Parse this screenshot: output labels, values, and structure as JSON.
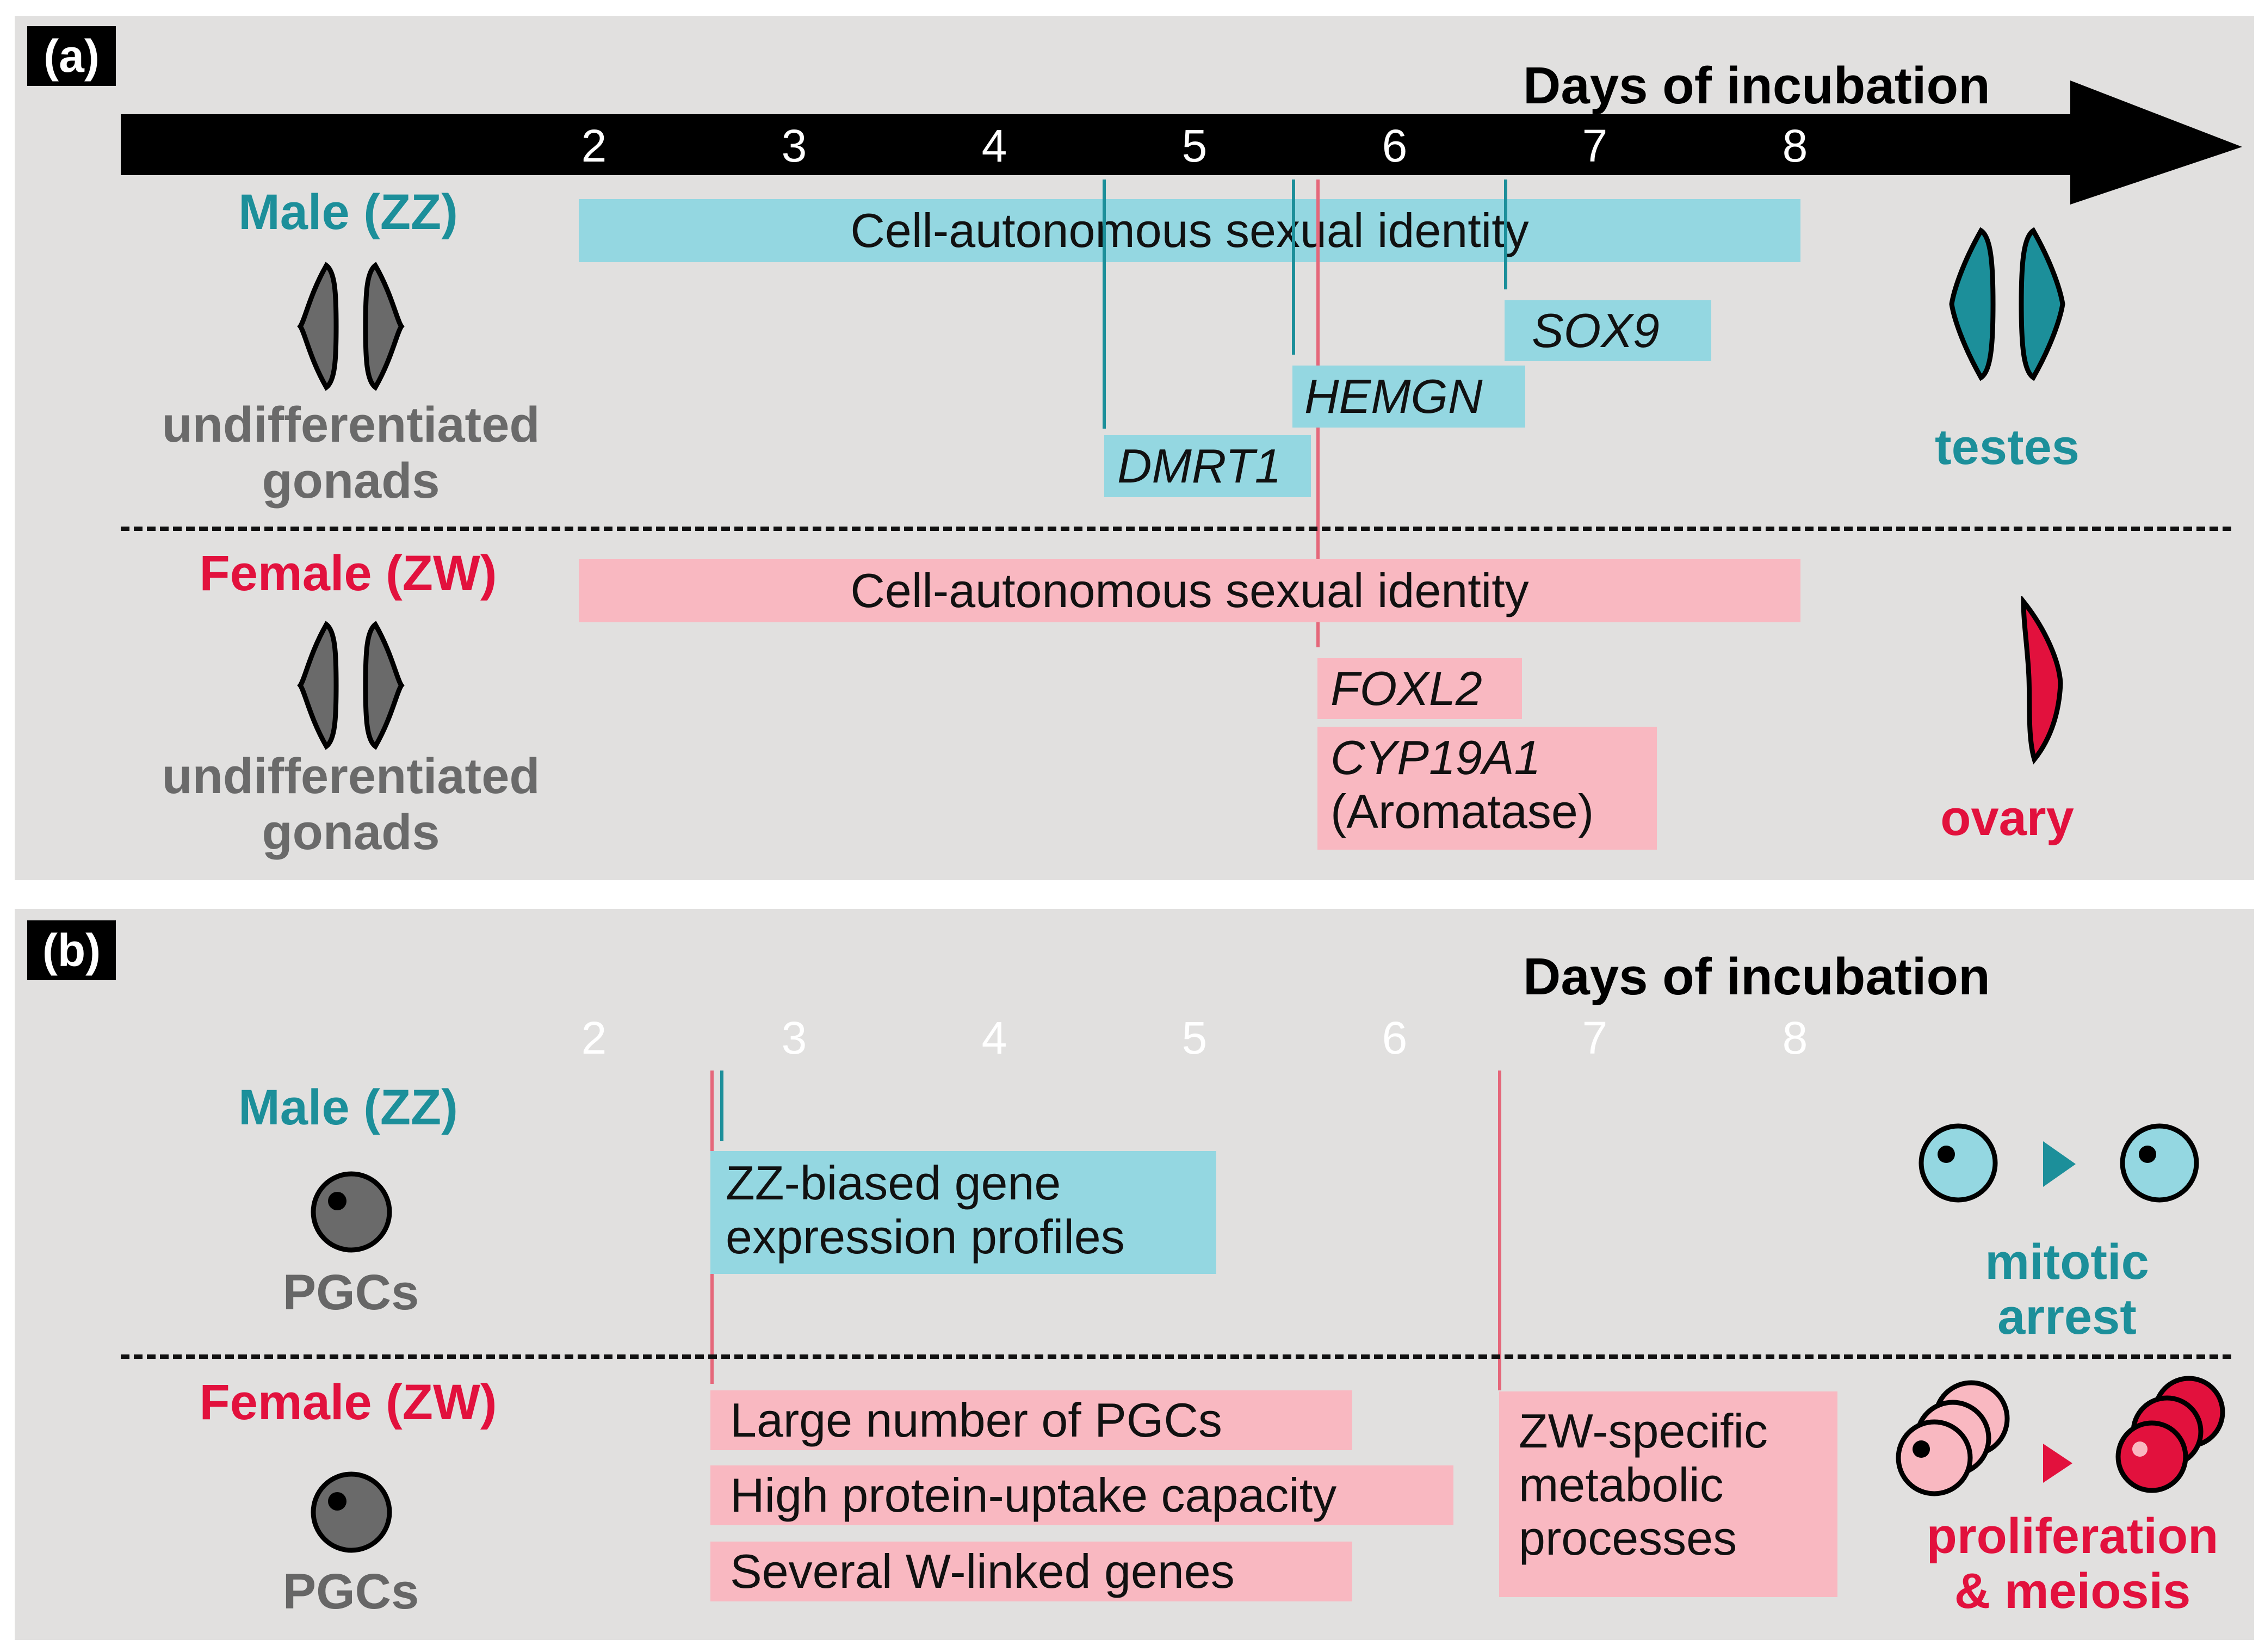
{
  "panel_a": {
    "label": "(a)",
    "axis_title": "Days of incubation",
    "days": [
      "2",
      "3",
      "4",
      "5",
      "6",
      "7",
      "8"
    ],
    "male_label": "Male (ZZ)",
    "female_label": "Female (ZW)",
    "undiff_label_male": "undifferentiated gonads",
    "undiff_label_female": "undifferentiated gonads",
    "male_identity": "Cell-autonomous sexual identity",
    "female_identity": "Cell-autonomous sexual identity",
    "male_genes": {
      "dmrt1": "DMRT1",
      "hemgn": "HEMGN",
      "sox9": "SOX9"
    },
    "female_genes": {
      "foxl2": "FOXL2",
      "cyp19a1": "CYP19A1",
      "aromatase": "(Aromatase)"
    },
    "male_outcome": "testes",
    "female_outcome": "ovary"
  },
  "panel_b": {
    "label": "(b)",
    "axis_title": "Days of incubation",
    "days": [
      "2",
      "3",
      "4",
      "5",
      "6",
      "7",
      "8"
    ],
    "male_label": "Male (ZZ)",
    "female_label": "Female (ZW)",
    "pgc_label_male": "PGCs",
    "pgc_label_female": "PGCs",
    "male_box": [
      "ZZ-biased gene",
      "expression profiles"
    ],
    "female_boxes": [
      "Large number of PGCs",
      "High protein-uptake capacity",
      "Several W-linked genes"
    ],
    "female_late_box": [
      "ZW-specific",
      "metabolic",
      "processes"
    ],
    "male_outcome": [
      "mitotic",
      "arrest"
    ],
    "female_outcome": [
      "proliferation",
      "& meiosis"
    ]
  },
  "colors": {
    "male": "#1c8f9a",
    "female": "#e2113d",
    "male_box": "#94d7e1",
    "female_box": "#f9b8c1",
    "panel_bg": "#e1e0df",
    "undifferentiated": "#666666"
  }
}
